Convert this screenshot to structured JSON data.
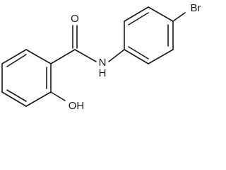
{
  "molecule": {
    "atoms": {
      "oxygen_carbonyl": "O",
      "nitrogen": "N",
      "hydrogen_amide": "H",
      "bromine": "Br",
      "hydroxyl": "OH"
    }
  }
}
